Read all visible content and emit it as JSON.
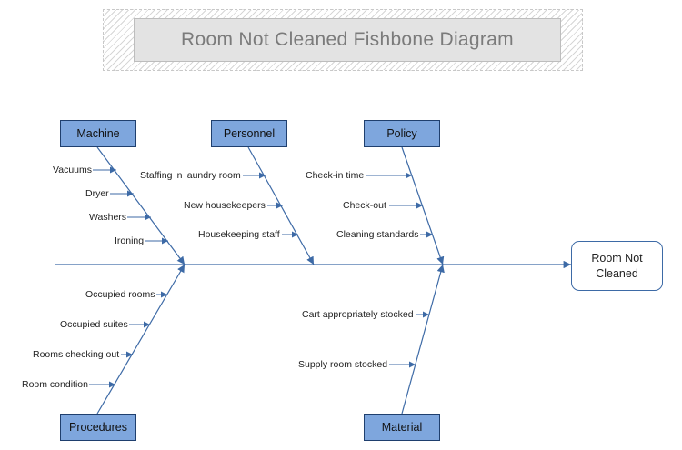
{
  "title": "Room Not Cleaned Fishbone Diagram",
  "effect": "Room Not Cleaned",
  "categories": {
    "machine": "Machine",
    "personnel": "Personnel",
    "policy": "Policy",
    "procedures": "Procedures",
    "material": "Material"
  },
  "causes": {
    "machine": [
      "Vacuums",
      "Dryer",
      "Washers",
      "Ironing"
    ],
    "personnel": [
      "Staffing in laundry room",
      "New housekeepers",
      "Housekeeping staff"
    ],
    "policy": [
      "Check-in time",
      "Check-out",
      "Cleaning standards"
    ],
    "procedures": [
      "Occupied rooms",
      "Occupied suites",
      "Rooms checking out",
      "Room condition"
    ],
    "material": [
      "Cart appropriately stocked",
      "Supply room stocked"
    ]
  },
  "colors": {
    "line": "#3d6aa6",
    "category_fill": "#7ea6dd",
    "title_fill": "#e3e3e3",
    "title_text": "#7b7b7b"
  }
}
